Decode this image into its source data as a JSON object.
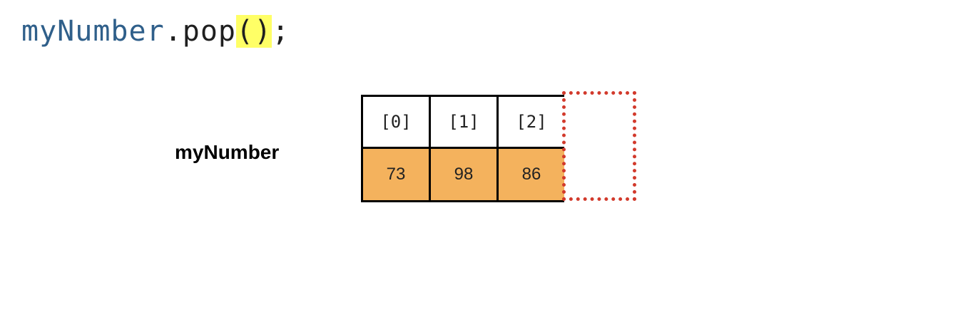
{
  "code": {
    "variable": "myNumber",
    "dot": ".",
    "method": "pop",
    "parens": "()",
    "semicolon": ";"
  },
  "array": {
    "label": "myNumber",
    "cells": [
      {
        "index": "[0]",
        "value": "73"
      },
      {
        "index": "[1]",
        "value": "98"
      },
      {
        "index": "[2]",
        "value": "86"
      }
    ]
  },
  "colors": {
    "code_variable": "#2f5f8a",
    "highlight": "#ffff66",
    "value_fill": "#f4b25d",
    "removed_border": "#d23a2c"
  }
}
